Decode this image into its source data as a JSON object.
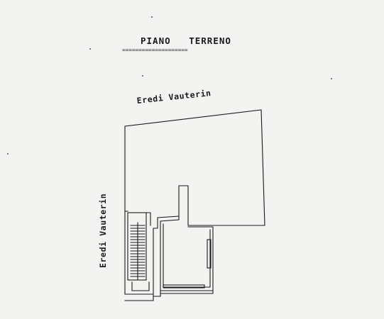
{
  "drawing": {
    "title": "PIANO   TERRENO",
    "title_underline": "====================",
    "neighbor_label_top": "Eredi Vauterin",
    "neighbor_label_left": "Eredi Vauterin"
  },
  "colors": {
    "paper": "#f3f3f1",
    "ink": "#1a1a1a"
  }
}
